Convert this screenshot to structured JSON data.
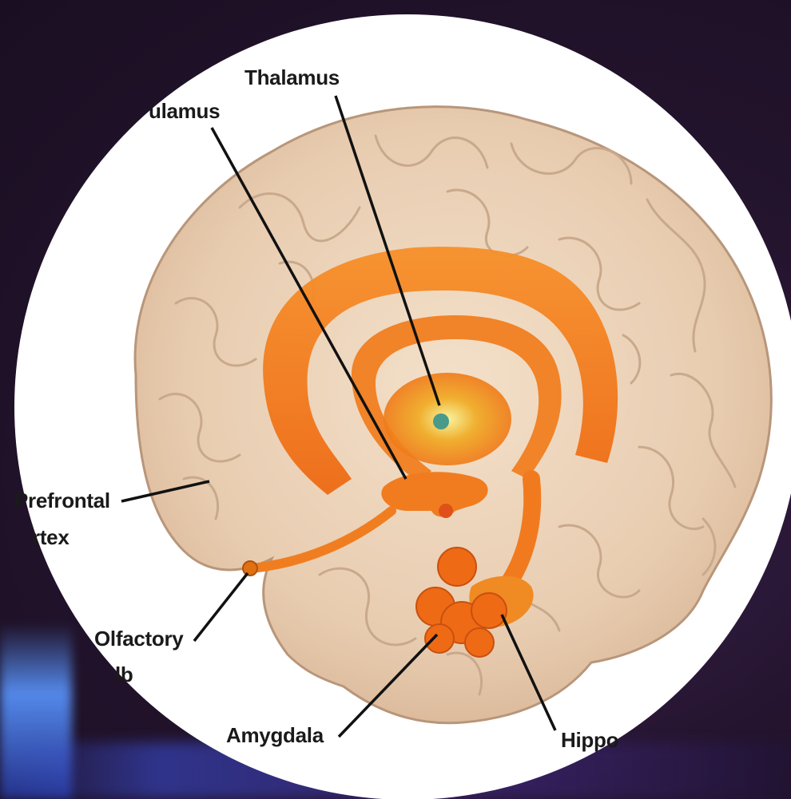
{
  "labels": {
    "thalamus": "Thalamus",
    "hypothalamus": "ulamus",
    "prefrontal_line1": "Prefrontal",
    "prefrontal_line2": "rtex",
    "olfactory_line1": "Olfactory",
    "olfactory_line2": "lb",
    "amygdala": "Amygdala",
    "hippocampus": "Hippo"
  },
  "colors": {
    "limbic": "#f27a1e",
    "brain": "#ecd3b8",
    "background": "#24142e"
  }
}
